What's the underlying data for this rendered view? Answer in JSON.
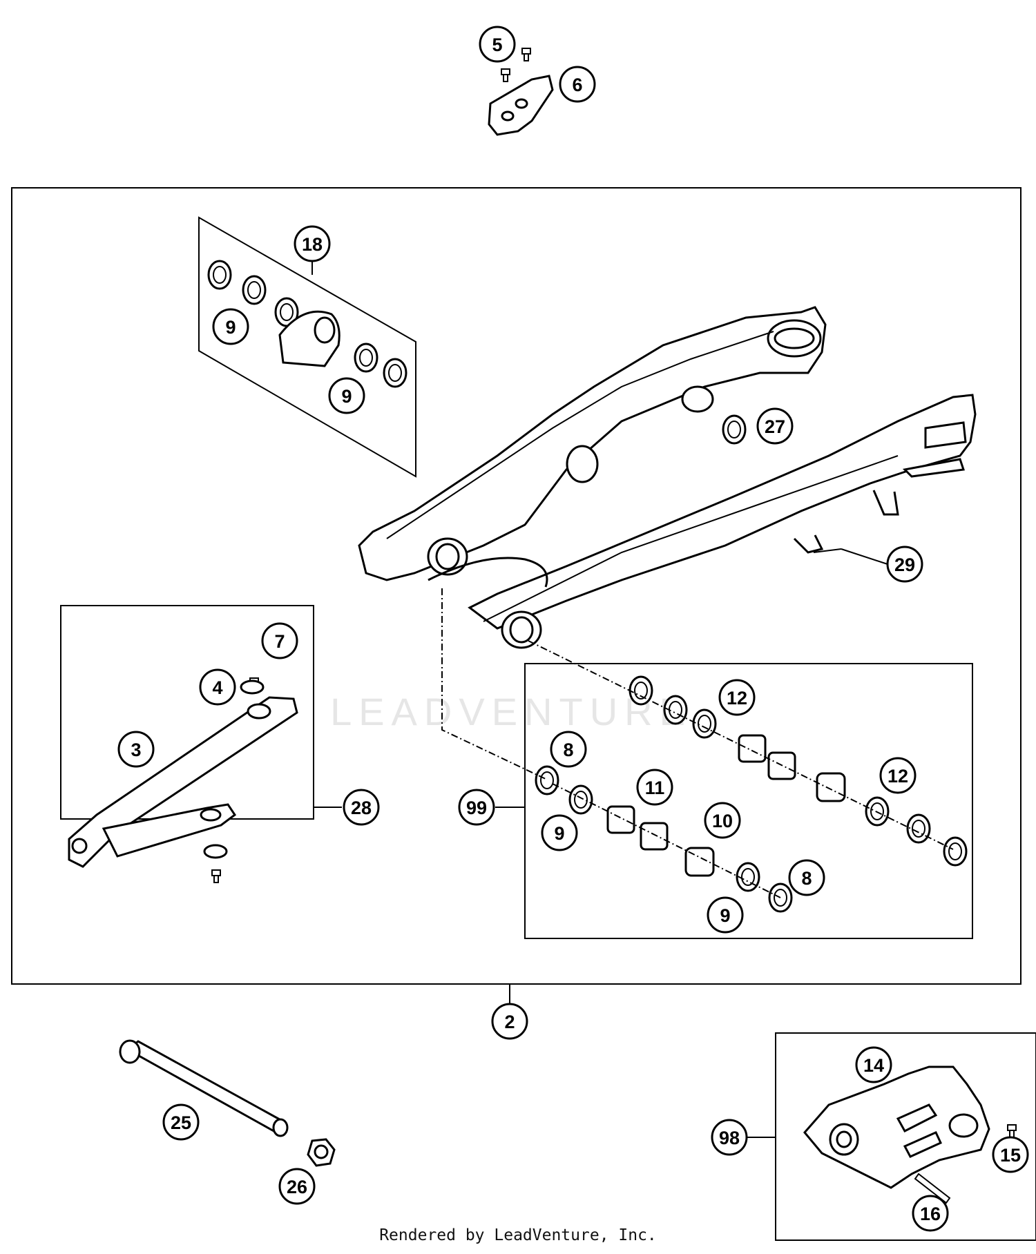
{
  "watermark": "LEADVENTURE",
  "footer": "Rendered by LeadVenture, Inc.",
  "callouts": [
    {
      "id": "c5",
      "label": "5"
    },
    {
      "id": "c6",
      "label": "6"
    },
    {
      "id": "c18",
      "label": "18"
    },
    {
      "id": "c9a",
      "label": "9"
    },
    {
      "id": "c9b",
      "label": "9"
    },
    {
      "id": "c27",
      "label": "27"
    },
    {
      "id": "c29",
      "label": "29"
    },
    {
      "id": "c7",
      "label": "7"
    },
    {
      "id": "c4",
      "label": "4"
    },
    {
      "id": "c3",
      "label": "3"
    },
    {
      "id": "c28",
      "label": "28"
    },
    {
      "id": "c12a",
      "label": "12"
    },
    {
      "id": "c8a",
      "label": "8"
    },
    {
      "id": "c11",
      "label": "11"
    },
    {
      "id": "c12b",
      "label": "12"
    },
    {
      "id": "c99",
      "label": "99"
    },
    {
      "id": "c9c",
      "label": "9"
    },
    {
      "id": "c10",
      "label": "10"
    },
    {
      "id": "c8b",
      "label": "8"
    },
    {
      "id": "c9d",
      "label": "9"
    },
    {
      "id": "c2",
      "label": "2"
    },
    {
      "id": "c14",
      "label": "14"
    },
    {
      "id": "c25",
      "label": "25"
    },
    {
      "id": "c98",
      "label": "98"
    },
    {
      "id": "c15",
      "label": "15"
    },
    {
      "id": "c26",
      "label": "26"
    },
    {
      "id": "c16",
      "label": "16"
    }
  ]
}
